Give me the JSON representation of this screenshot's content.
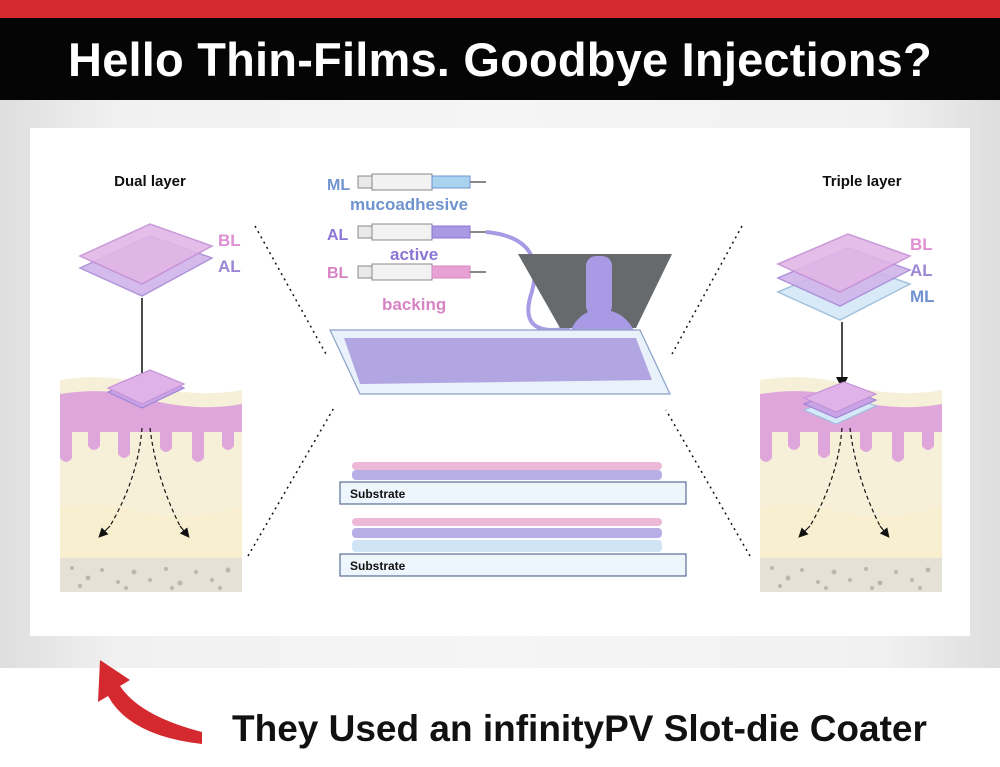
{
  "header": {
    "title": "Hello Thin-Films. Goodbye Injections?",
    "accent_color": "#d42a2f",
    "background_color": "#050505"
  },
  "figure": {
    "left_panel": {
      "title": "Dual layer",
      "labels": [
        "BL",
        "AL"
      ]
    },
    "right_panel": {
      "title": "Triple layer",
      "labels": [
        "BL",
        "AL",
        "ML"
      ]
    },
    "syringes": [
      {
        "abbr": "ML",
        "name": "mucoadhesive",
        "color": "#a9d3ef",
        "text_color": "#6f93cf"
      },
      {
        "abbr": "AL",
        "name": "active",
        "color": "#a99ae6",
        "text_color": "#8b76d6"
      },
      {
        "abbr": "BL",
        "name": "backing",
        "color": "#e9a0d4",
        "text_color": "#d884c4"
      }
    ],
    "substrate_label_1": "Substrate",
    "substrate_label_2": "Substrate",
    "layer_colors": {
      "backing": "#e3b8e3",
      "active": "#b8aee6",
      "mucoadhesive": "#cfe5f6"
    }
  },
  "footer": {
    "caption": "They Used an infinityPV Slot-die Coater",
    "arrow_icon": "curved-arrow-icon",
    "arrow_color": "#d42a2f"
  }
}
